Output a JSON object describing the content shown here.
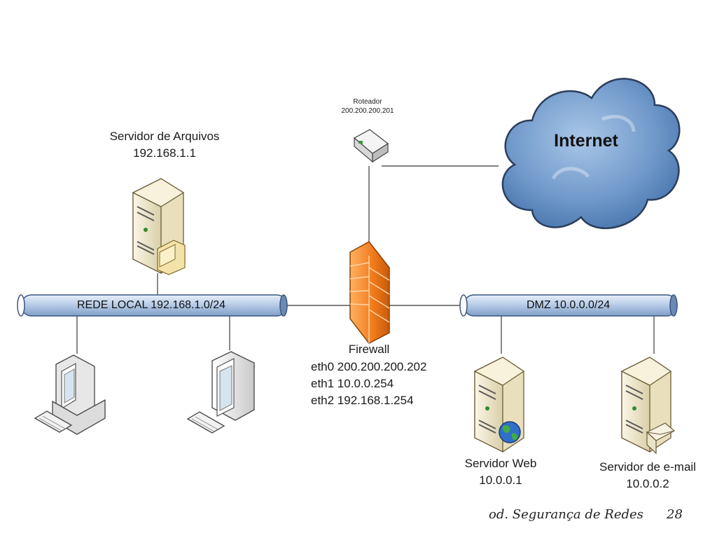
{
  "router": {
    "name": "Roteador",
    "ip": "200.200.200.201"
  },
  "internet": {
    "label": "Internet"
  },
  "file_server": {
    "name": "Servidor de Arquivos",
    "ip": "192.168.1.1"
  },
  "local_network": {
    "label": "REDE LOCAL 192.168.1.0/24"
  },
  "dmz": {
    "label": "DMZ 10.0.0.0/24"
  },
  "firewall": {
    "name": "Firewall",
    "interfaces": [
      "eth0 200.200.200.202",
      "eth1 10.0.0.254",
      "eth2 192.168.1.254"
    ]
  },
  "web_server": {
    "name": "Servidor Web",
    "ip": "10.0.0.1"
  },
  "mail_server": {
    "name": "Servidor de e-mail",
    "ip": "10.0.0.2"
  },
  "footer": {
    "course": "od. Segurança de Redes",
    "page": "28"
  },
  "colors": {
    "pipe": "#b9cde8",
    "firewall": "#f07a1a",
    "cloud": "#6f98c9",
    "server": "#efe6c9"
  }
}
